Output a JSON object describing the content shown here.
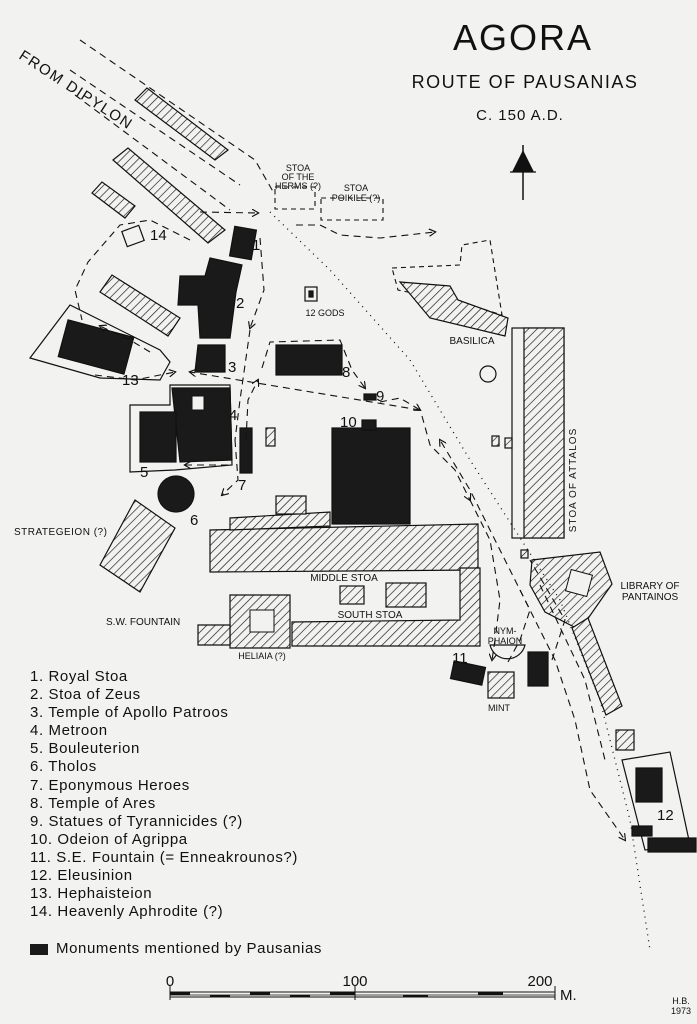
{
  "title": "AGORA",
  "subtitle": "ROUTE OF PAUSANIAS",
  "date": "C. 150 A.D.",
  "labels": {
    "from_dipylon": "FROM DIPYLON",
    "stoa_herms": [
      "STOA",
      "OF THE",
      "HERMS (?)"
    ],
    "stoa_poikile": [
      "STOA",
      "POIKILE (?)"
    ],
    "twelve_gods": "12 GODS",
    "basilica": "BASILICA",
    "stoa_attalos": "STOA OF ATTALOS",
    "strategeion": "STRATEGEION (?)",
    "middle_stoa": "MIDDLE STOA",
    "south_stoa": "SOUTH STOA",
    "sw_fountain": "S.W. FOUNTAIN",
    "heliaia": "HELIAIA (?)",
    "library": [
      "LIBRARY OF",
      "PANTAINOS"
    ],
    "nymphaion": [
      "NYM-",
      "PHAION"
    ],
    "mint": "MINT"
  },
  "numbers": {
    "n1": "1",
    "n2": "2",
    "n3": "3",
    "n4": "4",
    "n5": "5",
    "n6": "6",
    "n7": "7",
    "n8": "8",
    "n9": "9",
    "n10": "10",
    "n11": "11",
    "n12": "12",
    "n13": "13",
    "n14": "14"
  },
  "legend": [
    "1. Royal Stoa",
    "2. Stoa of Zeus",
    "3. Temple of Apollo Patroos",
    "4. Metroon",
    "5. Bouleuterion",
    "6. Tholos",
    "7. Eponymous Heroes",
    "8. Temple of Ares",
    "9. Statues of Tyrannicides (?)",
    "10. Odeion of Agrippa",
    "11. S.E. Fountain (= Enneakrounos?)",
    "12. Eleusinion",
    "13. Hephaisteion",
    "14. Heavenly Aphrodite (?)"
  ],
  "legend_key": "Monuments mentioned by Pausanias",
  "scale": {
    "ticks": [
      "0",
      "100",
      "200"
    ],
    "unit": "M."
  },
  "signature": {
    "initials": "H.B.",
    "year": "1973"
  },
  "north_arrow_icon": "north-arrow-icon"
}
